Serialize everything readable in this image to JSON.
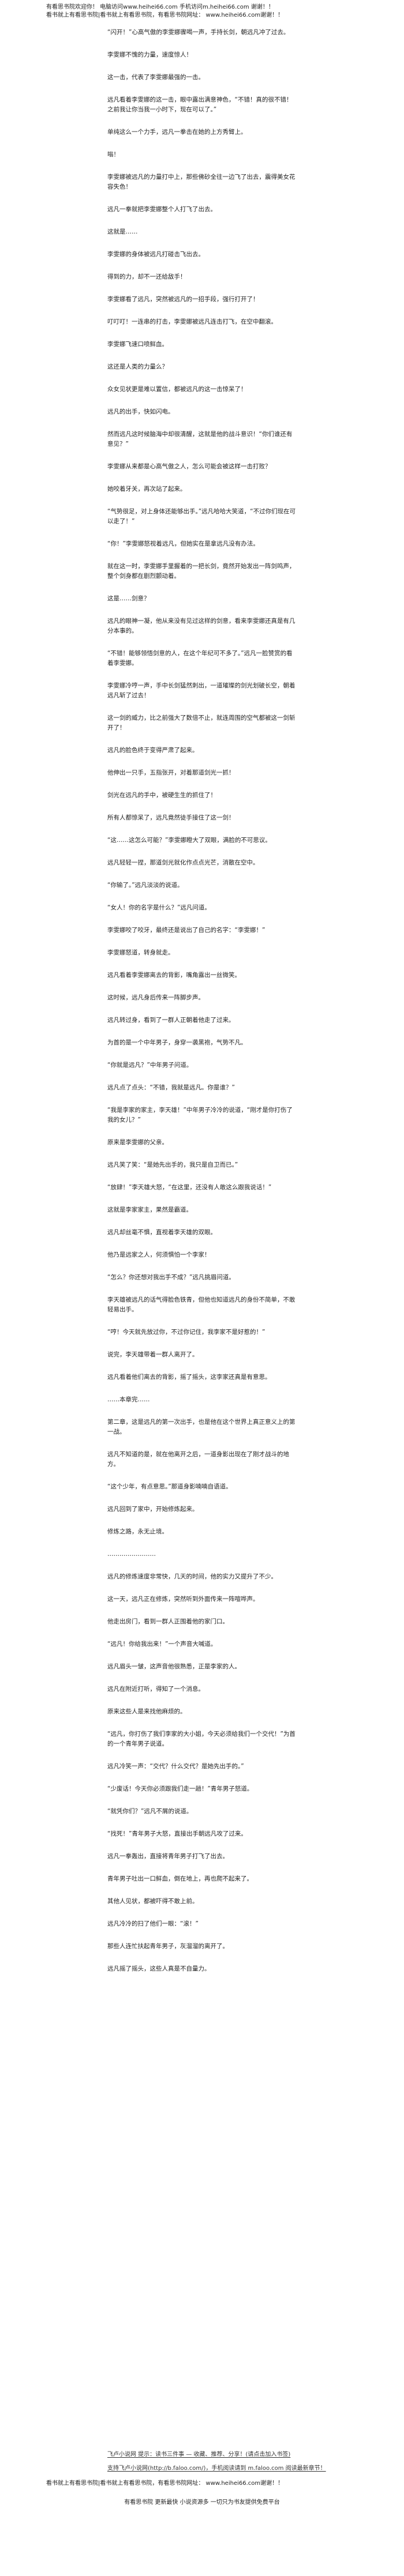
{
  "header": {
    "line1": "有看思书院欢迎你！ 电脑访问www.heihei66.com   手机访问m.heihei66.com 谢谢！！",
    "line2": "看书就上有看思书院|看书就上有看思书院，有看思书院网址： www.heihei66.com谢谢！！"
  },
  "paragraphs": [
    "“闪开！”心高气傲的李雯娜骤喝一声，手持长剑，朝远凡冲了过去。",
    "李雯娜不愧的力量，速度惊人！",
    "这一击，代表了李雯娜最强的一击。",
    "远凡看着李雯娜的这一击，眼中露出满意神色，“不错！真的很不错！之前我让你当我一小时下，现在可以了。”",
    "单纯这么一个力手，远凡一拳击在她的上方秀臂上。",
    "嗡！",
    "李雯娜被远凡的力量打中上，那些佛砂全往一边飞了出去，震得美女花容失色！",
    "远凡一拳就把李雯娜整个人打飞了出去。",
    "这就是……",
    "李雯娜的身体被远凡打碰击飞出去。",
    "得到的力，却不一还给敌手！",
    "李雯娜看了远凡，突然被远凡的一招手段，强行打开了！",
    "叮叮叮！一连串的打击，李雯娜被远凡连击打飞，在空中翻滚。",
    "李雯娜飞速口喷鲜血。",
    "这还是人类的力量么？",
    "众女见状更是难以置信，都被远凡的这一击惊呆了！",
    "远凡的出手，快如闪电。",
    "然而远凡这时候脑海中却很清醒，这就是他的战斗意识！“你们谁还有意见？”",
    "李雯娜从来都是心高气傲之人，怎么可能会被这样一击打败？",
    "她咬着牙关，再次站了起来。",
    "“气势很足，对上身体还能够出手。”远凡哈哈大笑道，“不过你们现在可以走了！”",
    "“你！”李雯娜怒视着远凡，但她实在是拿远凡没有办法。",
    "就在这一时，李雯娜手里握着的一把长剑，竟然开始发出一阵剑鸣声，整个剑身都在剧烈颤动着。",
    "这是……剑意？",
    "远凡的眼神一凝，他从来没有见过这样的剑意，看来李雯娜还真是有几分本事的。",
    "“不错！能够领悟剑意的人，在这个年纪可不多了。”远凡一脸赞赏的看着李雯娜。",
    "李雯娜冷哼一声，手中长剑猛然刺出，一道璀璨的剑光划破长空，朝着远凡斩了过去！",
    "这一剑的威力，比之前强大了数倍不止，就连周围的空气都被这一剑斩开了！",
    "远凡的脸色终于变得严肃了起来。",
    "他伸出一只手，五指张开，对着那道剑光一抓！",
    "剑光在远凡的手中，被硬生生的抓住了！",
    "所有人都惊呆了，远凡竟然徒手接住了这一剑！",
    "“这……这怎么可能？”李雯娜瞪大了双眼，满脸的不可思议。",
    "远凡轻轻一捏，那道剑光就化作点点光芒，消散在空中。",
    "“你输了。”远凡淡淡的说道。",
    "“女人！你的名字是什么？”远凡问道。",
    "李雯娜咬了咬牙，最终还是说出了自己的名字：“李雯娜！”",
    "李雯娜怒道，转身就走。",
    "远凡看着李雯娜离去的背影，嘴角露出一丝微笑。",
    "这时候，远凡身后传来一阵脚步声。",
    "远凡转过身，看到了一群人正朝着他走了过来。",
    "为首的是一个中年男子，身穿一袭黑袍，气势不凡。",
    "“你就是远凡？”中年男子问道。",
    "远凡点了点头：“不错，我就是远凡。你是谁？”",
    "“我是李家的家主，李天雄！”中年男子冷冷的说道，“刚才是你打伤了我的女儿？”",
    "原来是李雯娜的父亲。",
    "远凡笑了笑：“是她先出手的，我只是自卫而已。”",
    "“放肆！”李天雄大怒，“在这里，还没有人敢这么跟我说话！”",
    "这就是李家家主，果然是霸道。",
    "远凡却丝毫不惧，直视着李天雄的双眼。",
    "他乃是远家之人，何须惧怕一个李家！",
    "“怎么？你还想对我出手不成？”远凡挑眉问道。",
    "李天雄被远凡的话气得脸色铁青，但他也知道远凡的身份不简单，不敢轻易出手。",
    "“哼！今天就先放过你，不过你记住，我李家不是好惹的！”",
    "说完，李天雄带着一群人离开了。",
    "远凡看着他们离去的背影，摇了摇头，这李家还真是有意思。",
    "……本章完……",
    "第二章，这是远凡的第一次出手，也是他在这个世界上真正意义上的第一战。",
    "远凡不知道的是，就在他离开之后，一道身影出现在了刚才战斗的地方。",
    "“这个少年，有点意思。”那道身影喃喃自语道。",
    "远凡回到了家中，开始修炼起来。",
    "修炼之路，永无止境。",
    "……………………",
    "远凡的修炼速度非常快，几天的时间，他的实力又提升了不少。",
    "这一天，远凡正在修炼，突然听到外面传来一阵喧哗声。",
    "他走出房门，看到一群人正围着他的家门口。",
    "“远凡！你给我出来！”一个声音大喊道。",
    "远凡眉头一皱，这声音他很熟悉，正是李家的人。",
    "远凡在附近打听，得知了一个消息。",
    "原来这些人是来找他麻烦的。",
    "“远凡，你打伤了我们李家的大小姐，今天必须给我们一个交代！”为首的一个青年男子说道。",
    "远凡冷笑一声：“交代？什么交代？是她先出手的。”",
    "“少废话！今天你必须跟我们走一趟！”青年男子怒道。",
    "“就凭你们？”远凡不屑的说道。",
    "“找死！”青年男子大怒，直接出手朝远凡攻了过来。",
    "远凡一拳轰出，直接将青年男子打飞了出去。",
    "青年男子吐出一口鲜血，倒在地上，再也爬不起来了。",
    "其他人见状，都被吓得不敢上前。",
    "远凡冷冷的扫了他们一眼：“滚！”",
    "那些人连忙扶起青年男子，灰溜溜的离开了。",
    "远凡摇了摇头，这些人真是不自量力。"
  ],
  "footer": {
    "line1": "飞卢小说网 提示：读书三件事 — 收藏、推荐、分享！(请点击加入书签)",
    "line2": "支持飞卢小说网(http://b.faloo.com/)，手机阅读请到 m.faloo.com 阅读最新章节！",
    "line3": "看书就上有看思书院|看书就上有看思书院，有看思书院网址： www.heihei66.com谢谢！！",
    "line4": "有看思书院 更新最快 小说资源多 一切只为书友提供免费平台"
  }
}
